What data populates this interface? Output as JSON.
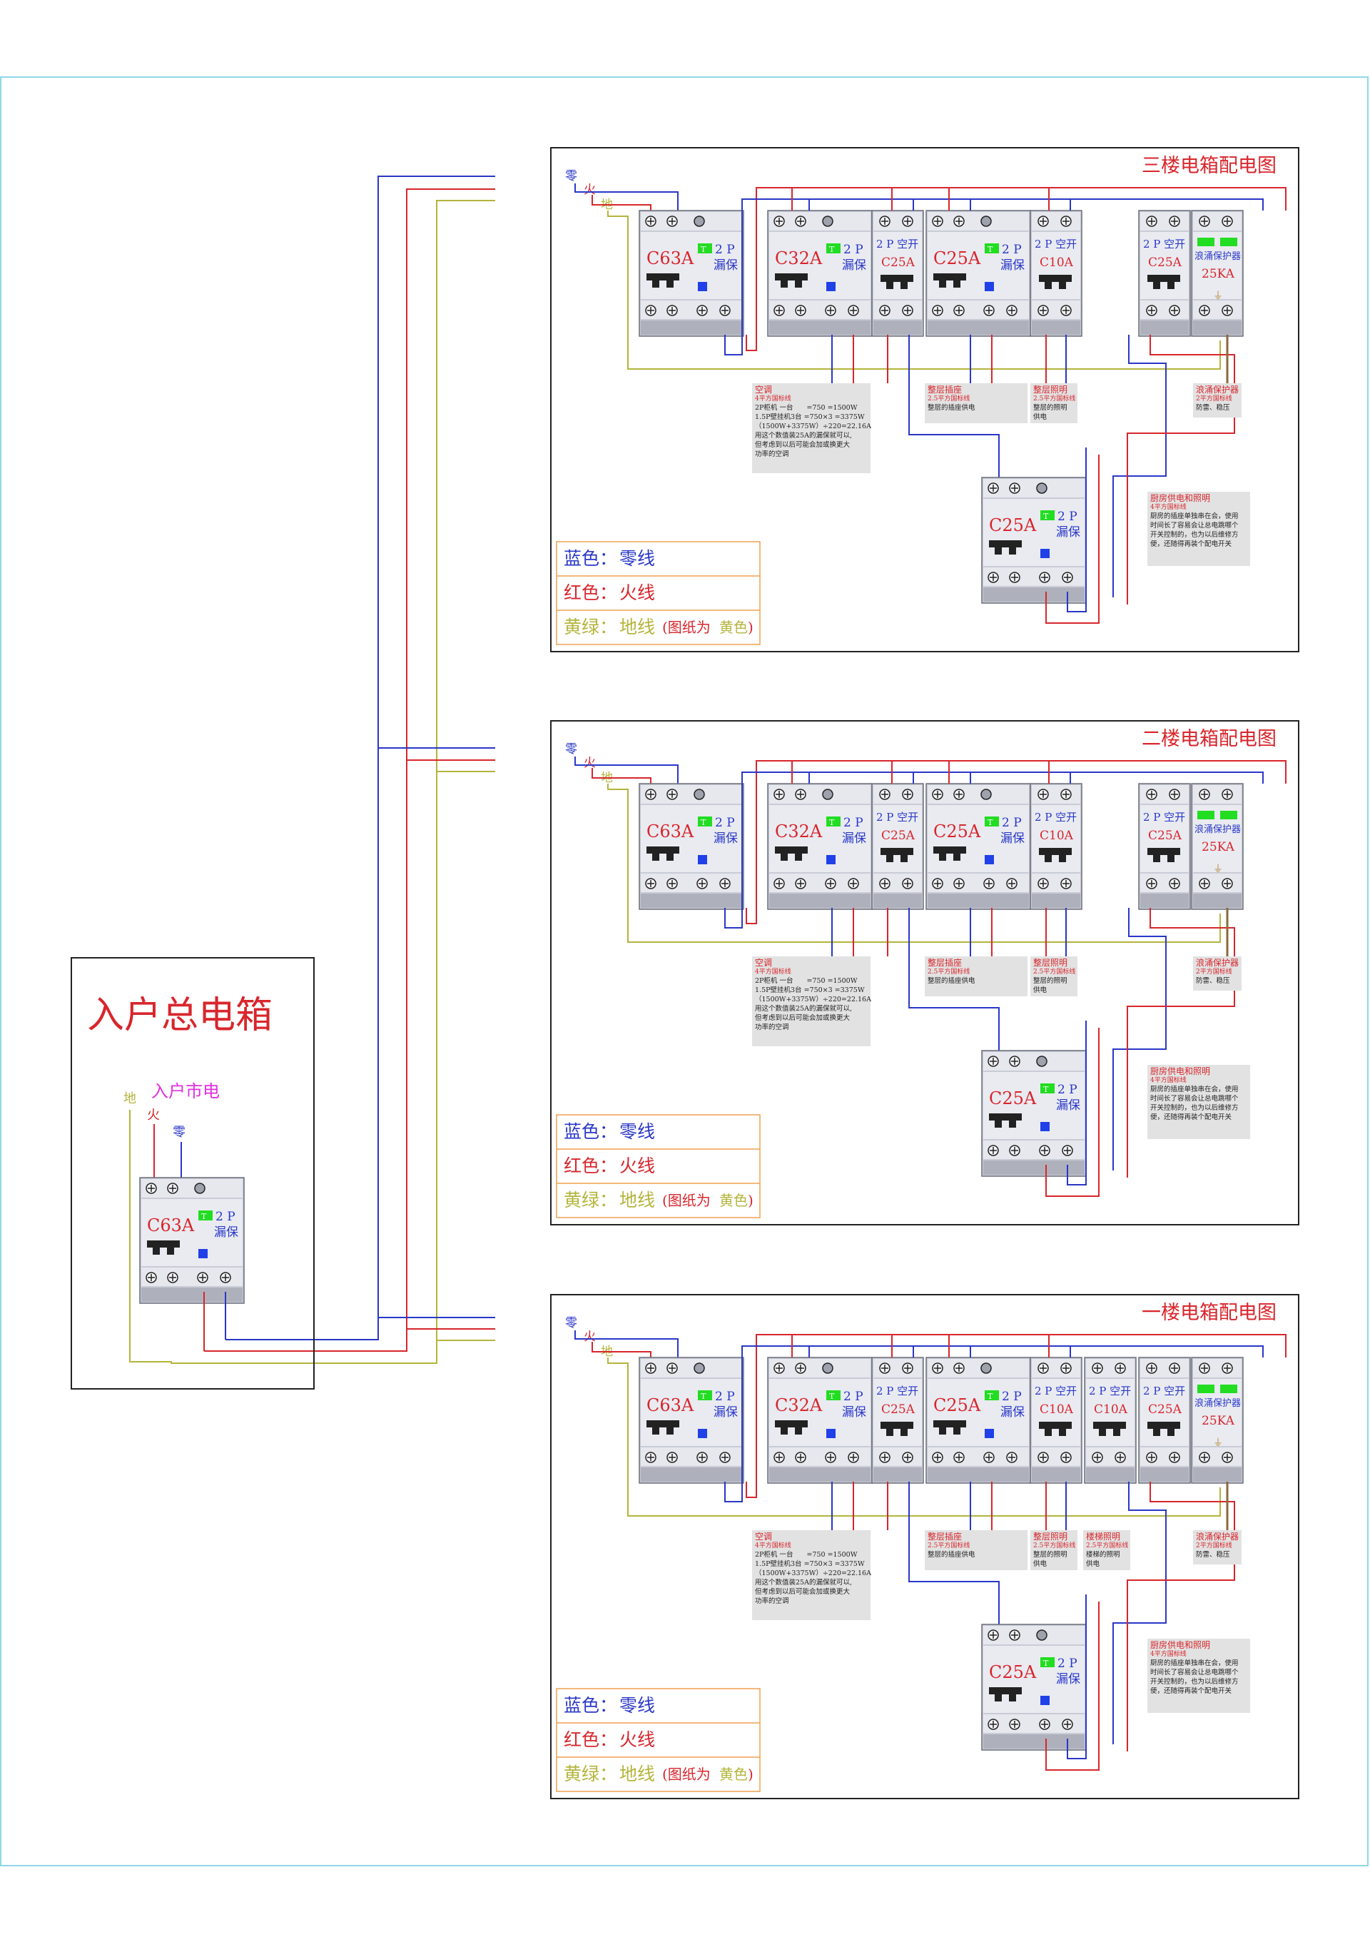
{
  "colors": {
    "neutral": "#2a37c8",
    "live": "#d8262c",
    "ground": "#b4b43c",
    "title": "#d8262c",
    "frame": "#8fd8e8",
    "legend_border": "#f0a050",
    "leak_green": "#22dd22",
    "indicator_blue": "#2040e8"
  },
  "main_box": {
    "title": "入户总电箱",
    "mains_label": "入户市电",
    "ground": "地",
    "live": "火",
    "neutral": "零",
    "breaker": {
      "rating": "C63A",
      "line1": "2 P",
      "line2": "漏保"
    }
  },
  "panels": [
    {
      "title": "三楼电箱配电图",
      "wire_labels": {
        "neutral": "零",
        "live": "火",
        "ground": "地"
      },
      "main_breaker": {
        "rating": "C63A",
        "line1": "2 P",
        "line2": "漏保"
      },
      "rcd_ac": {
        "rating": "C32A",
        "line1": "2 P",
        "line2": "漏保"
      },
      "mcb_ac": {
        "top": "2 P 空开",
        "rating": "C25A"
      },
      "rcd_socket": {
        "rating": "C25A",
        "line1": "2 P",
        "line2": "漏保"
      },
      "mcb_light": {
        "top": "2 P 空开",
        "rating": "C10A"
      },
      "extra_mcbs": [],
      "spd_mcb": {
        "top": "2 P 空开",
        "rating": "C25A"
      },
      "spd": {
        "top": "浪涌保护器",
        "rating": "25KA"
      },
      "kitchen_rcd": {
        "rating": "C25A",
        "line1": "2 P",
        "line2": "漏保"
      },
      "note_ac": {
        "title": "空调",
        "sub": "4平方国标线",
        "lines": [
          "2P柜机 一台　　=750 =1500W",
          "1.5P壁挂机3台 =750×3 =3375W",
          "（1500W+3375W）÷220=22.16A",
          "用这个数值装25A的漏保就可以,",
          "但考虑到以后可能会加或换更大",
          "功率的空调"
        ]
      },
      "note_socket": {
        "title": "整层插座",
        "sub": "2.5平方国标线",
        "lines": [
          "整层的插座供电"
        ]
      },
      "note_light": {
        "title": "整层照明",
        "sub": "2.5平方国标线",
        "lines": [
          "整层的照明",
          "供电"
        ]
      },
      "note_stair": null,
      "note_spd": {
        "title": "浪涌保护器",
        "sub": "2平方国标线",
        "lines": [
          "防雷、稳压"
        ]
      },
      "note_kitchen": {
        "title": "厨房供电和照明",
        "sub": "4平方国标线",
        "lines": [
          "厨房的插座单独串在会，使用",
          "时间长了容易会让总电跳哪个",
          "开关控制的，也为以后维修方",
          "便，还随得再装个配电开关"
        ]
      },
      "legend": {
        "blue_label": "蓝色：",
        "blue_text": "零线",
        "red_label": "红色：",
        "red_text": "火线",
        "yg_label": "黄绿：",
        "yg_text": "地线",
        "yg_note_open": "(图纸为",
        "yg_note_color": "黄色",
        "yg_note_close": ")"
      }
    },
    {
      "title": "二楼电箱配电图",
      "wire_labels": {
        "neutral": "零",
        "live": "火",
        "ground": "地"
      },
      "main_breaker": {
        "rating": "C63A",
        "line1": "2 P",
        "line2": "漏保"
      },
      "rcd_ac": {
        "rating": "C32A",
        "line1": "2 P",
        "line2": "漏保"
      },
      "mcb_ac": {
        "top": "2 P 空开",
        "rating": "C25A"
      },
      "rcd_socket": {
        "rating": "C25A",
        "line1": "2 P",
        "line2": "漏保"
      },
      "mcb_light": {
        "top": "2 P 空开",
        "rating": "C10A"
      },
      "extra_mcbs": [],
      "spd_mcb": {
        "top": "2 P 空开",
        "rating": "C25A"
      },
      "spd": {
        "top": "浪涌保护器",
        "rating": "25KA"
      },
      "kitchen_rcd": {
        "rating": "C25A",
        "line1": "2 P",
        "line2": "漏保"
      },
      "note_ac": {
        "title": "空调",
        "sub": "4平方国标线",
        "lines": [
          "2P柜机 一台　　=750 =1500W",
          "1.5P壁挂机3台 =750×3 =3375W",
          "（1500W+3375W）÷220=22.16A",
          "用这个数值装25A的漏保就可以,",
          "但考虑到以后可能会加或换更大",
          "功率的空调"
        ]
      },
      "note_socket": {
        "title": "整层插座",
        "sub": "2.5平方国标线",
        "lines": [
          "整层的插座供电"
        ]
      },
      "note_light": {
        "title": "整层照明",
        "sub": "2.5平方国标线",
        "lines": [
          "整层的照明",
          "供电"
        ]
      },
      "note_stair": null,
      "note_spd": {
        "title": "浪涌保护器",
        "sub": "2平方国标线",
        "lines": [
          "防雷、稳压"
        ]
      },
      "note_kitchen": {
        "title": "厨房供电和照明",
        "sub": "4平方国标线",
        "lines": [
          "厨房的插座单独串在会，使用",
          "时间长了容易会让总电跳哪个",
          "开关控制的，也为以后维修方",
          "便，还随得再装个配电开关"
        ]
      },
      "legend": {
        "blue_label": "蓝色：",
        "blue_text": "零线",
        "red_label": "红色：",
        "red_text": "火线",
        "yg_label": "黄绿：",
        "yg_text": "地线",
        "yg_note_open": "(图纸为",
        "yg_note_color": "黄色",
        "yg_note_close": ")"
      }
    },
    {
      "title": "一楼电箱配电图",
      "wire_labels": {
        "neutral": "零",
        "live": "火",
        "ground": "地"
      },
      "main_breaker": {
        "rating": "C63A",
        "line1": "2 P",
        "line2": "漏保"
      },
      "rcd_ac": {
        "rating": "C32A",
        "line1": "2 P",
        "line2": "漏保"
      },
      "mcb_ac": {
        "top": "2 P 空开",
        "rating": "C25A"
      },
      "rcd_socket": {
        "rating": "C25A",
        "line1": "2 P",
        "line2": "漏保"
      },
      "mcb_light": {
        "top": "2 P 空开",
        "rating": "C10A"
      },
      "extra_mcbs": [
        {
          "top": "2 P 空开",
          "rating": "C10A"
        },
        {
          "top": "2 P 空开",
          "rating": "C25A"
        }
      ],
      "spd_mcb": null,
      "spd": {
        "top": "浪涌保护器",
        "rating": "25KA"
      },
      "kitchen_rcd": {
        "rating": "C25A",
        "line1": "2 P",
        "line2": "漏保"
      },
      "note_ac": {
        "title": "空调",
        "sub": "4平方国标线",
        "lines": [
          "2P柜机 一台　　=750 =1500W",
          "1.5P壁挂机3台 =750×3 =3375W",
          "（1500W+3375W）÷220=22.16A",
          "用这个数值装25A的漏保就可以,",
          "但考虑到以后可能会加或换更大",
          "功率的空调"
        ]
      },
      "note_socket": {
        "title": "整层插座",
        "sub": "2.5平方国标线",
        "lines": [
          "整层的插座供电"
        ]
      },
      "note_light": {
        "title": "整层照明",
        "sub": "2.5平方国标线",
        "lines": [
          "整层的照明",
          "供电"
        ]
      },
      "note_stair": {
        "title": "楼梯照明",
        "sub": "2.5平方国标线",
        "lines": [
          "楼梯的照明",
          "供电"
        ]
      },
      "note_spd": {
        "title": "浪涌保护器",
        "sub": "2平方国标线",
        "lines": [
          "防雷、稳压"
        ]
      },
      "note_kitchen": {
        "title": "厨房供电和照明",
        "sub": "4平方国标线",
        "lines": [
          "厨房的插座单独串在会，使用",
          "时间长了容易会让总电跳哪个",
          "开关控制的，也为以后维修方",
          "便，还随得再装个配电开关"
        ]
      },
      "legend": {
        "blue_label": "蓝色：",
        "blue_text": "零线",
        "red_label": "红色：",
        "red_text": "火线",
        "yg_label": "黄绿：",
        "yg_text": "地线",
        "yg_note_open": "(图纸为",
        "yg_note_color": "黄色",
        "yg_note_close": ")"
      }
    }
  ]
}
